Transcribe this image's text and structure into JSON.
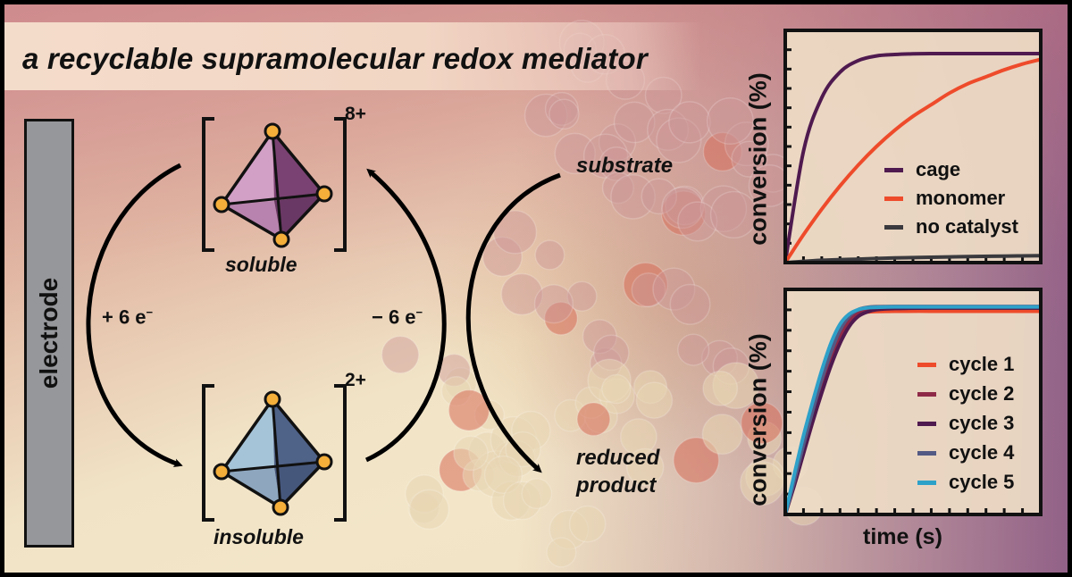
{
  "title": "a recyclable supramolecular redox mediator",
  "electrode": {
    "label": "electrode"
  },
  "cycle": {
    "soluble": {
      "label": "soluble",
      "charge": "8+",
      "color_light": "#d29fc6",
      "color_dark": "#7a4272"
    },
    "insoluble": {
      "label": "insoluble",
      "charge": "2+",
      "color_light": "#a6c4d8",
      "color_dark": "#4f6288"
    },
    "vertex_color": "#f4ae3a",
    "reduction_label": "+ 6 e",
    "oxidation_label": "− 6 e",
    "electron_superscript": "−",
    "substrate_label": "substrate",
    "product_label_line1": "reduced",
    "product_label_line2": "product"
  },
  "chart_data": [
    {
      "type": "line",
      "title": "",
      "xlabel": "",
      "ylabel": "conversion (%)",
      "xlim": [
        0,
        14
      ],
      "ylim": [
        0,
        100
      ],
      "x_ticks": 14,
      "y_ticks": 12,
      "tick_labels_shown": false,
      "legend_position": "bottom-right",
      "series": [
        {
          "name": "cage",
          "color": "#4f1a4f",
          "x": [
            0,
            1,
            2,
            3,
            4,
            5,
            6,
            7,
            8,
            9,
            10,
            11,
            12,
            13,
            14
          ],
          "values": [
            0,
            48,
            71,
            82,
            87,
            89,
            89.6,
            89.9,
            90,
            90,
            90,
            90,
            90,
            90,
            90
          ]
        },
        {
          "name": "monomer",
          "color": "#ee4b2b",
          "x": [
            0,
            1,
            2,
            3,
            4,
            5,
            6,
            7,
            8,
            9,
            10,
            11,
            12,
            13,
            14
          ],
          "values": [
            0,
            12,
            23,
            33,
            42,
            50,
            57,
            63,
            68,
            73,
            77,
            80,
            83,
            85.5,
            87.5
          ]
        },
        {
          "name": "no catalyst",
          "color": "#3a3a3e",
          "x": [
            0,
            2,
            4,
            6,
            8,
            10,
            12,
            14
          ],
          "values": [
            0,
            1,
            1.5,
            2,
            2.3,
            2.6,
            2.8,
            3
          ]
        }
      ]
    },
    {
      "type": "line",
      "title": "",
      "xlabel": "time (s)",
      "ylabel": "conversion (%)",
      "xlim": [
        0,
        14
      ],
      "ylim": [
        0,
        100
      ],
      "x_ticks": 14,
      "y_ticks": 11,
      "tick_labels_shown": false,
      "legend_position": "right",
      "series": [
        {
          "name": "cycle 1",
          "color": "#ee4b2b",
          "x": [
            0,
            0.5,
            1,
            1.5,
            2,
            2.5,
            3,
            3.5,
            4,
            4.5,
            5,
            6,
            8,
            10,
            14
          ],
          "values": [
            0,
            16,
            32,
            47,
            61,
            73,
            82,
            87.5,
            89.5,
            90,
            90.2,
            90.3,
            90.3,
            90.3,
            90.3
          ]
        },
        {
          "name": "cycle 2",
          "color": "#8e2a48",
          "x": [
            0,
            0.5,
            1,
            1.5,
            2,
            2.5,
            3,
            3.5,
            4,
            4.5,
            5,
            6,
            8,
            10,
            14
          ],
          "values": [
            0,
            14,
            29,
            43,
            57,
            69,
            79,
            86,
            89.5,
            91,
            91.5,
            91.8,
            92,
            92,
            92
          ]
        },
        {
          "name": "cycle 3",
          "color": "#4f1a4f",
          "x": [
            0,
            0.5,
            1,
            1.5,
            2,
            2.5,
            3,
            3.5,
            4,
            4.5,
            5,
            6,
            8,
            10,
            14
          ],
          "values": [
            0,
            13,
            27,
            41,
            54,
            66,
            76,
            83.5,
            88,
            90,
            91,
            91.5,
            91.7,
            91.7,
            91.7
          ]
        },
        {
          "name": "cycle 4",
          "color": "#535a84",
          "x": [
            0,
            0.5,
            1,
            1.5,
            2,
            2.5,
            3,
            3.5,
            4,
            4.5,
            5,
            6,
            8,
            10,
            14
          ],
          "values": [
            0,
            15,
            31,
            46,
            60,
            72,
            82,
            88,
            91,
            92,
            92.3,
            92.4,
            92.4,
            92.4,
            92.4
          ]
        },
        {
          "name": "cycle 5",
          "color": "#2ea1c9",
          "x": [
            0,
            0.5,
            1,
            1.5,
            2,
            2.5,
            3,
            3.5,
            4,
            4.5,
            5,
            6,
            8,
            10,
            14
          ],
          "values": [
            0,
            18,
            35,
            50,
            64,
            76,
            84.5,
            89,
            91,
            91.8,
            92,
            92.2,
            92.2,
            92.2,
            92.2
          ]
        }
      ]
    }
  ],
  "colors": {
    "frame": "#000000",
    "electrode_fill": "#96979b",
    "plot_background": "#eedcc6",
    "text": "#111111"
  }
}
